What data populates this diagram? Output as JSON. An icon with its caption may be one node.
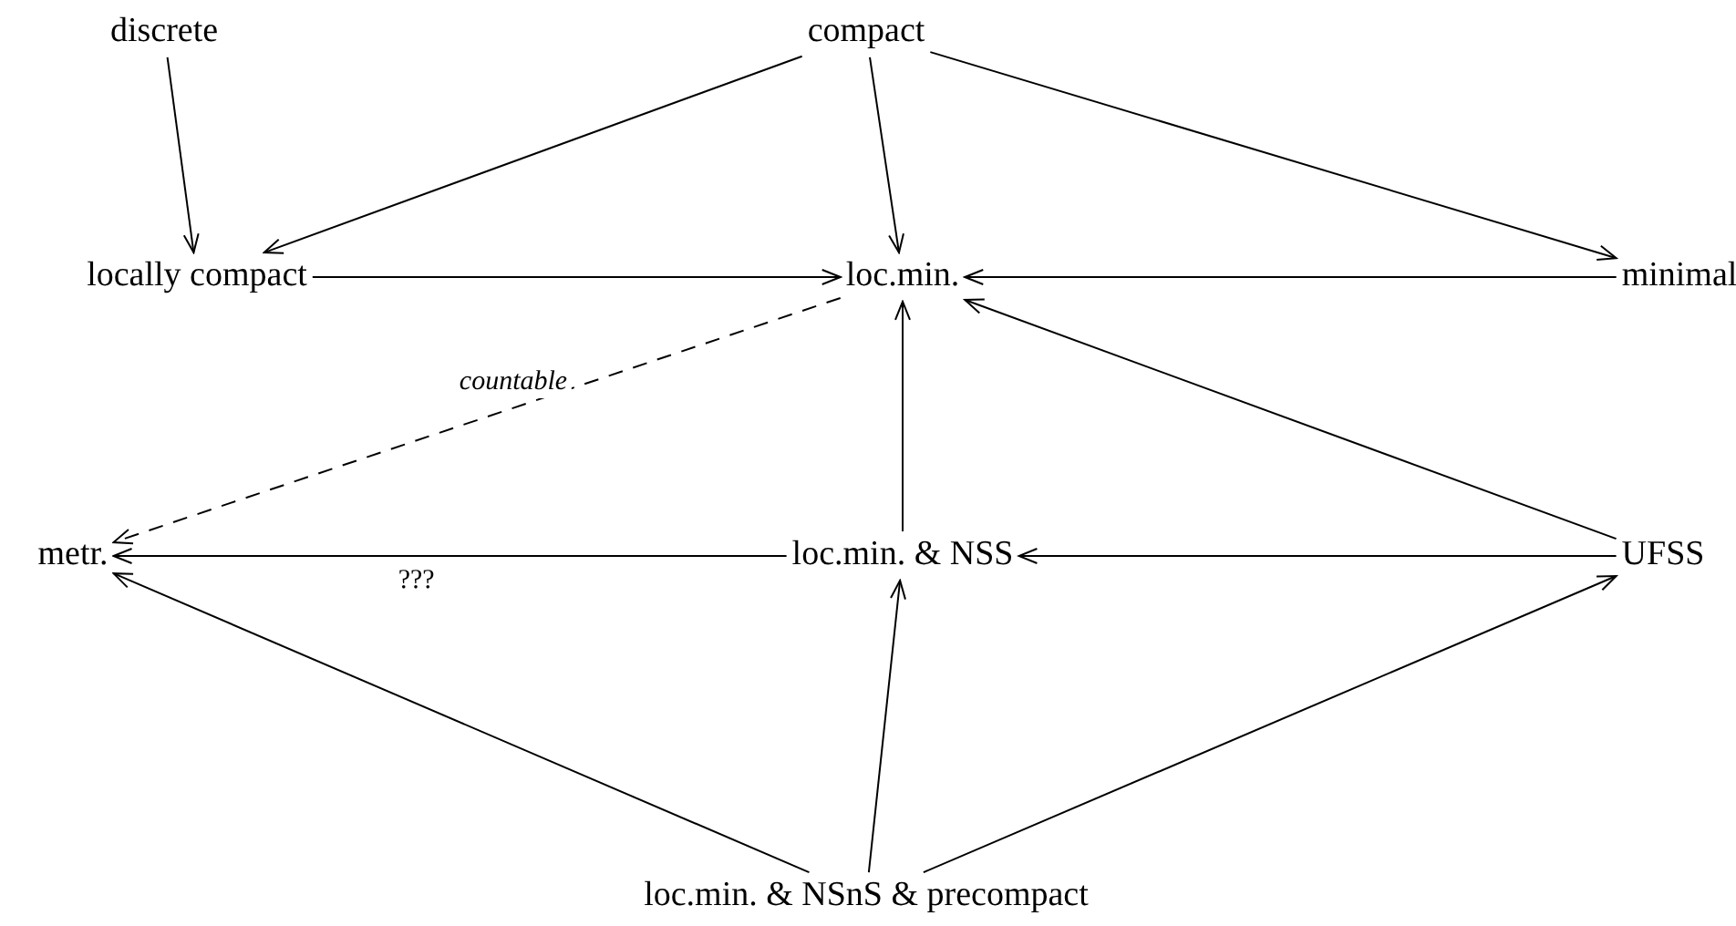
{
  "diagram": {
    "nodes": [
      {
        "text": [
          "discrete"
        ]
      },
      {
        "text": [
          "compact"
        ]
      },
      {
        "text": [
          "locally compact"
        ]
      },
      {
        "text": [
          "loc.min."
        ]
      },
      {
        "text": [
          "minimal"
        ]
      },
      {
        "text": [
          "metr."
        ]
      },
      {
        "text": [
          "loc.min. & NSS"
        ]
      },
      {
        "text": [
          "UFSS"
        ]
      },
      {
        "text": [
          "loc.min. & NSnS & precompact"
        ]
      }
    ],
    "edges": [
      {
        "from": 0,
        "to": 2,
        "arrow": "to"
      },
      {
        "from": 1,
        "to": 2,
        "arrow": "to"
      },
      {
        "from": 1,
        "to": 3,
        "arrow": "to"
      },
      {
        "from": 1,
        "to": 4,
        "arrow": "to"
      },
      {
        "from": 2,
        "to": 3,
        "arrow": "to"
      },
      {
        "from": 4,
        "to": 3,
        "arrow": "to"
      },
      {
        "from": 3,
        "to": 5,
        "arrow": "to",
        "label": "countable",
        "style": "dashed"
      },
      {
        "from": 6,
        "to": 3,
        "arrow": "to"
      },
      {
        "from": 7,
        "to": 3,
        "arrow": "to"
      },
      {
        "from": 6,
        "to": 5,
        "arrow": "to",
        "label": "???"
      },
      {
        "from": 7,
        "to": 6,
        "arrow": "to"
      },
      {
        "from": 8,
        "to": 5,
        "arrow": "to"
      },
      {
        "from": 8,
        "to": 6,
        "arrow": "to"
      },
      {
        "from": 8,
        "to": 7,
        "arrow": "to"
      }
    ]
  }
}
